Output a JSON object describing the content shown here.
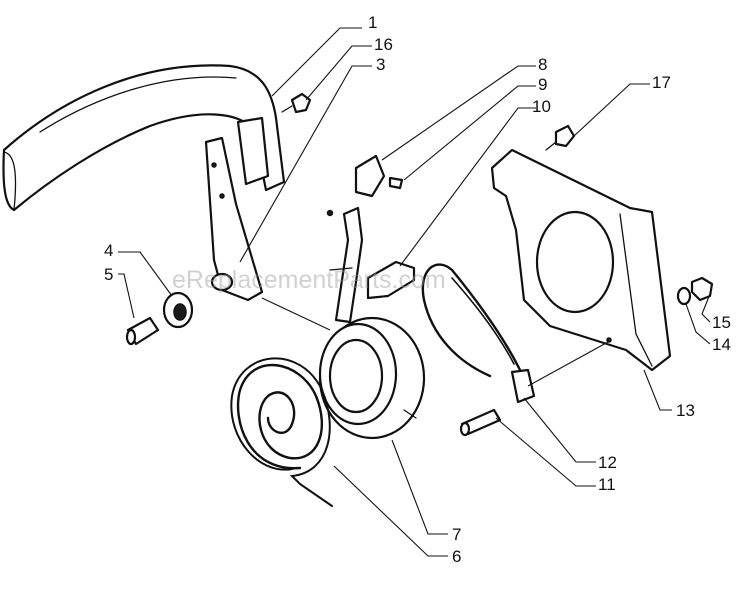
{
  "diagram": {
    "callouts": [
      "1",
      "16",
      "3",
      "8",
      "9",
      "10",
      "17",
      "4",
      "5",
      "15",
      "14",
      "13",
      "12",
      "11",
      "7",
      "6"
    ],
    "watermark": "eReplacementParts.com"
  }
}
